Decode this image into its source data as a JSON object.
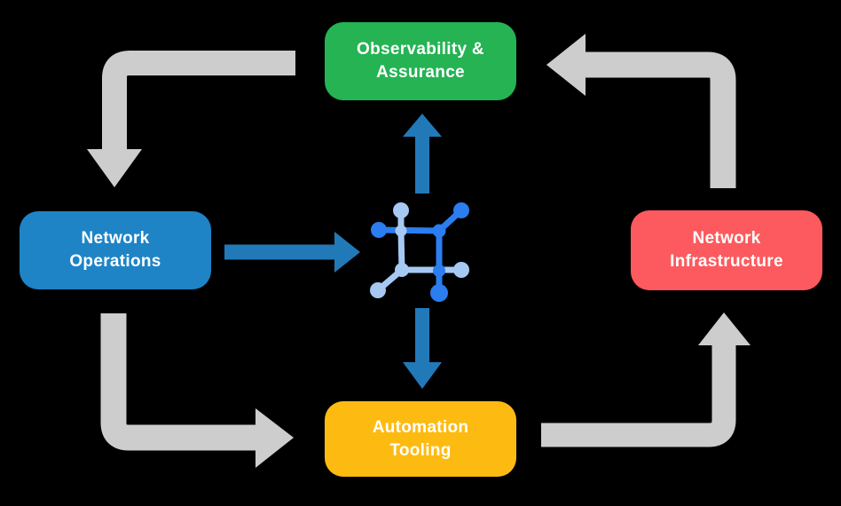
{
  "background": "#000000",
  "text_color": "#ffffff",
  "nodes": {
    "observability": {
      "line1": "Observability &",
      "line2": "Assurance",
      "color": "#25b353"
    },
    "operations": {
      "line1": "Network",
      "line2": "Operations",
      "color": "#1e84c6"
    },
    "infrastructure": {
      "line1": "Network",
      "line2": "Infrastructure",
      "color": "#fc5a5e"
    },
    "automation": {
      "line1": "Automation",
      "line2": "Tooling",
      "color": "#fdbb11"
    }
  },
  "arrows": {
    "cycle_color": "#cdcdcd",
    "flow_color": "#2279b8",
    "connections": [
      {
        "from": "Observability & Assurance",
        "to": "Network Operations",
        "style": "gray-cycle"
      },
      {
        "from": "Network Operations",
        "to": "Automation Tooling",
        "style": "gray-cycle"
      },
      {
        "from": "Automation Tooling",
        "to": "Network Infrastructure",
        "style": "gray-cycle"
      },
      {
        "from": "Network Infrastructure",
        "to": "Observability & Assurance",
        "style": "gray-cycle"
      },
      {
        "from": "Network Operations",
        "to": "center-network-icon",
        "style": "blue-flow"
      },
      {
        "from": "center-network-icon",
        "to": "Observability & Assurance",
        "style": "blue-flow"
      },
      {
        "from": "center-network-icon",
        "to": "Automation Tooling",
        "style": "blue-flow"
      }
    ]
  },
  "icon": {
    "name": "network-mesh-icon",
    "dark_color": "#2b7df0",
    "light_color": "#a6c9f3"
  }
}
